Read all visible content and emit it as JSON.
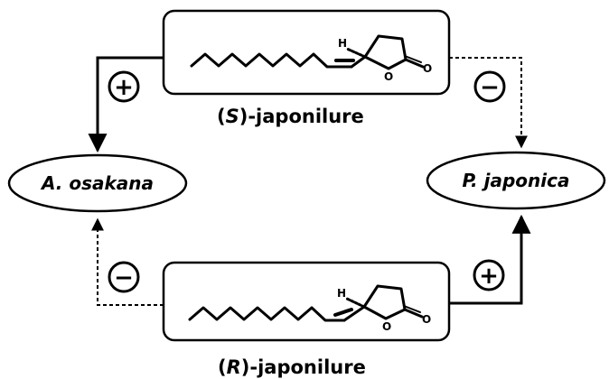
{
  "compounds": {
    "s": {
      "prefix": "(",
      "stereo": "S",
      "suffix": ")-japonilure",
      "atom_h": "H",
      "atom_o_ring": "O",
      "atom_o_carbonyl": "O"
    },
    "r": {
      "prefix": "(",
      "stereo": "R",
      "suffix": ")-japonilure",
      "atom_h": "H",
      "atom_o_ring": "O",
      "atom_o_carbonyl": "O"
    }
  },
  "species": {
    "left": "A. osakana",
    "right": "P. japonica"
  },
  "signs": {
    "s_to_left": "+",
    "s_to_right": "−",
    "r_to_left": "−",
    "r_to_right": "+"
  },
  "arrows": {
    "s_to_left": "solid",
    "s_to_right": "dashed",
    "r_to_left": "dashed",
    "r_to_right": "solid"
  },
  "colors": {
    "stroke": "#000000",
    "background": "#ffffff"
  }
}
